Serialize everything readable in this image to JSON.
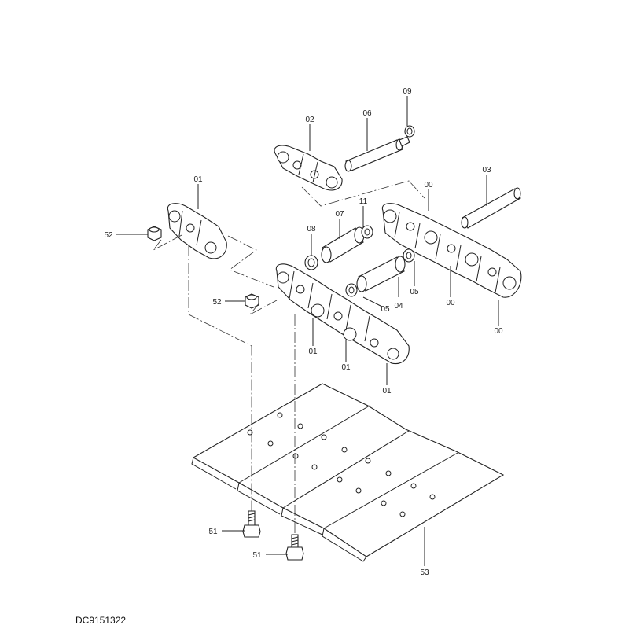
{
  "drawing_code": "DC9151322",
  "callouts": {
    "c02": "02",
    "c06": "06",
    "c09": "09",
    "c03": "03",
    "c00a": "00",
    "c01a": "01",
    "c52a": "52",
    "c08": "08",
    "c07": "07",
    "c11": "11",
    "c05a": "05",
    "c04": "04",
    "c05b": "05",
    "c00b": "00",
    "c00c": "00",
    "c52b": "52",
    "c01b": "01",
    "c01c": "01",
    "c01d": "01",
    "c51a": "51",
    "c51b": "51",
    "c53": "53"
  }
}
